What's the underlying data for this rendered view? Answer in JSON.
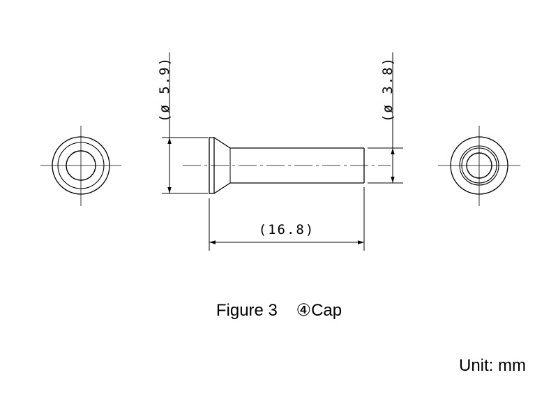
{
  "dimensions": {
    "outer_diameter": "(ø 5.9)",
    "inner_diameter": "(ø 3.8)",
    "length": "(16.8)"
  },
  "caption": {
    "figure": "Figure 3",
    "part": "④Cap"
  },
  "unit": "Unit: mm"
}
